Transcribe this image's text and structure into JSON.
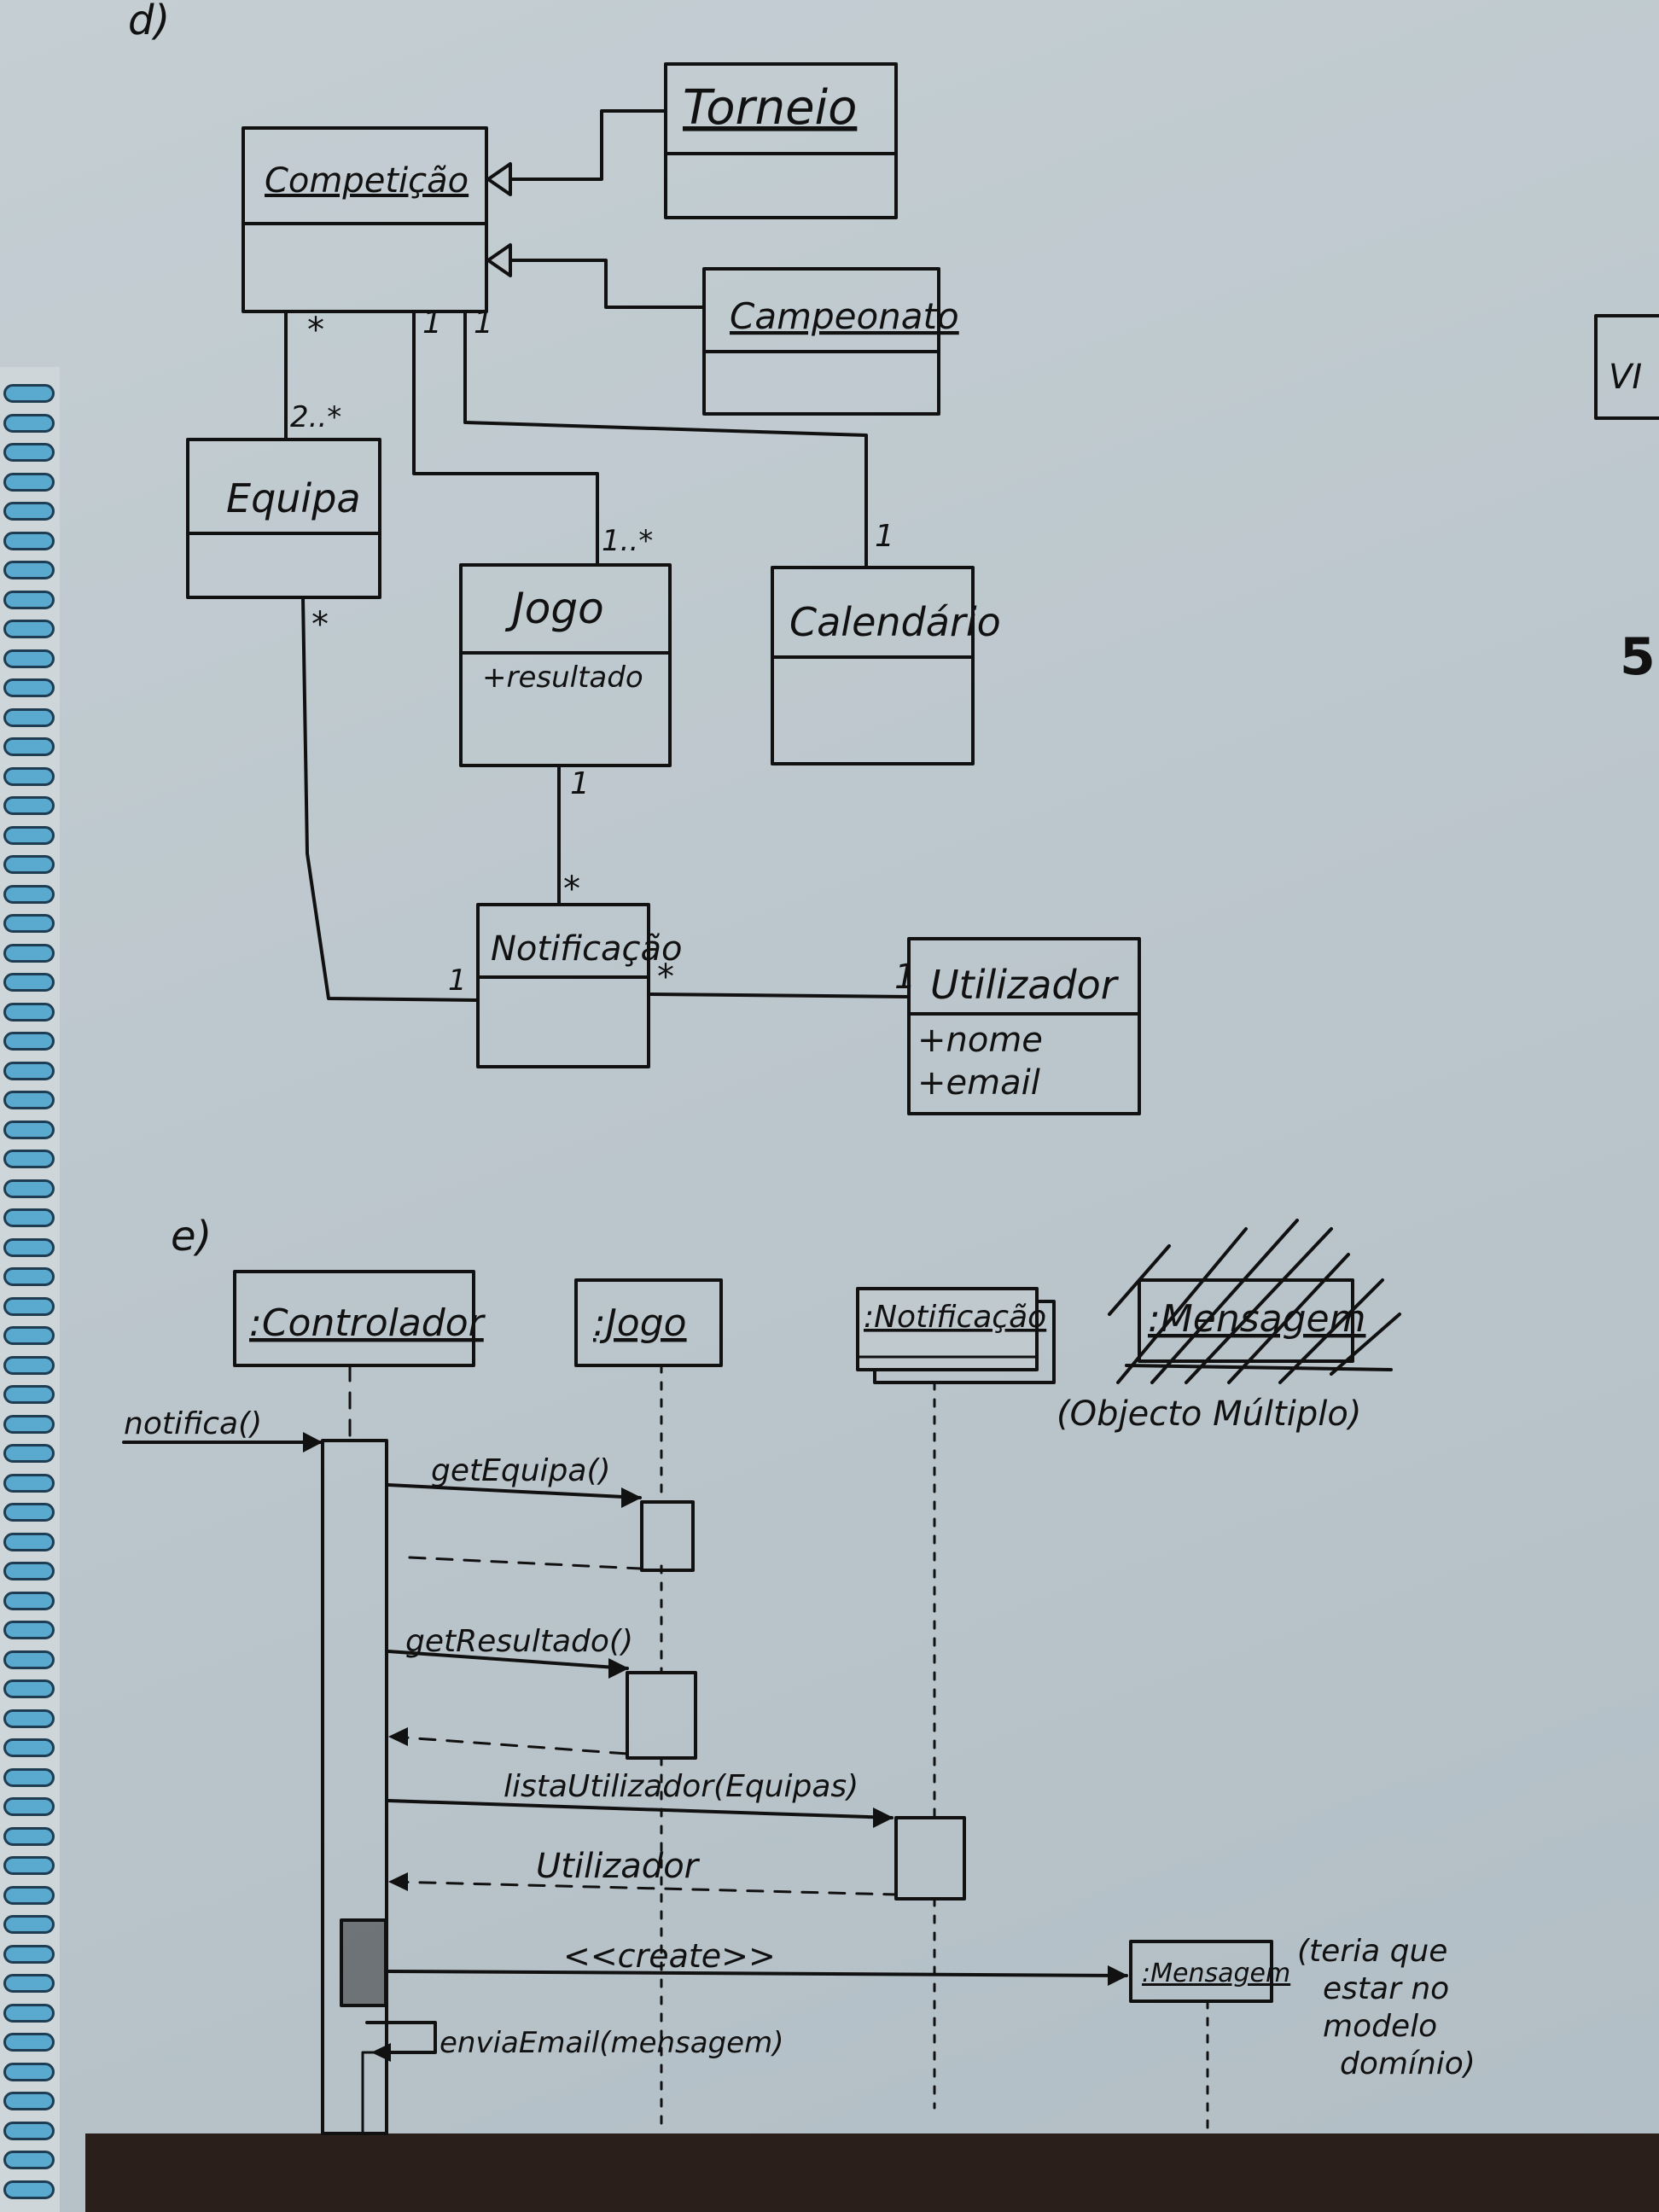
{
  "sections": {
    "d_label": "d)",
    "e_label": "e)"
  },
  "class_diagram": {
    "classes": {
      "competicao": {
        "name": "Competição",
        "attributes": []
      },
      "torneio": {
        "name": "Torneio",
        "attributes": []
      },
      "campeonato": {
        "name": "Campeonato",
        "attributes": []
      },
      "equipa": {
        "name": "Equipa",
        "attributes": []
      },
      "jogo": {
        "name": "Jogo",
        "attributes": [
          "+resultado"
        ]
      },
      "calendario": {
        "name": "Calendário",
        "attributes": []
      },
      "notificacao": {
        "name": "Notificação",
        "attributes": []
      },
      "utilizador": {
        "name": "Utilizador",
        "attributes": [
          "+nome",
          "+email"
        ]
      }
    },
    "multiplicities": {
      "comp_equipa_top": "*",
      "comp_equipa_bottom": "2..*",
      "comp_jogo_top": "1",
      "comp_jogo_bottom": "1..*",
      "comp_cal_top": "1",
      "comp_cal_bottom": "1",
      "equipa_notif_top": "*",
      "equipa_notif_bottom": "1",
      "jogo_notif_top": "1",
      "jogo_notif_bottom": "*",
      "notif_util_left": "*",
      "notif_util_right": "1"
    }
  },
  "sequence_diagram": {
    "lifelines": {
      "controlador": ":Controlador",
      "jogo": ":Jogo",
      "notificacao": ":Notificação",
      "mensagem_crossed": ":Mensagem"
    },
    "multi_object_note": "(Objecto Múltiplo)",
    "messages": {
      "notifica": "notifica()",
      "get_equipa": "getEquipa()",
      "get_resultado": "getResultado()",
      "lista_utilizador": "listaUtilizador(Equipas)",
      "utilizador_return": "Utilizador",
      "create": "<<create>>",
      "envia_email": "enviaEmail(mensagem)"
    },
    "created_object": ":Mensagem",
    "created_note": [
      "(teria que",
      "estar no",
      "modelo",
      "domínio)"
    ]
  },
  "margin_marks": {
    "box_text": "VI",
    "number": "5"
  }
}
